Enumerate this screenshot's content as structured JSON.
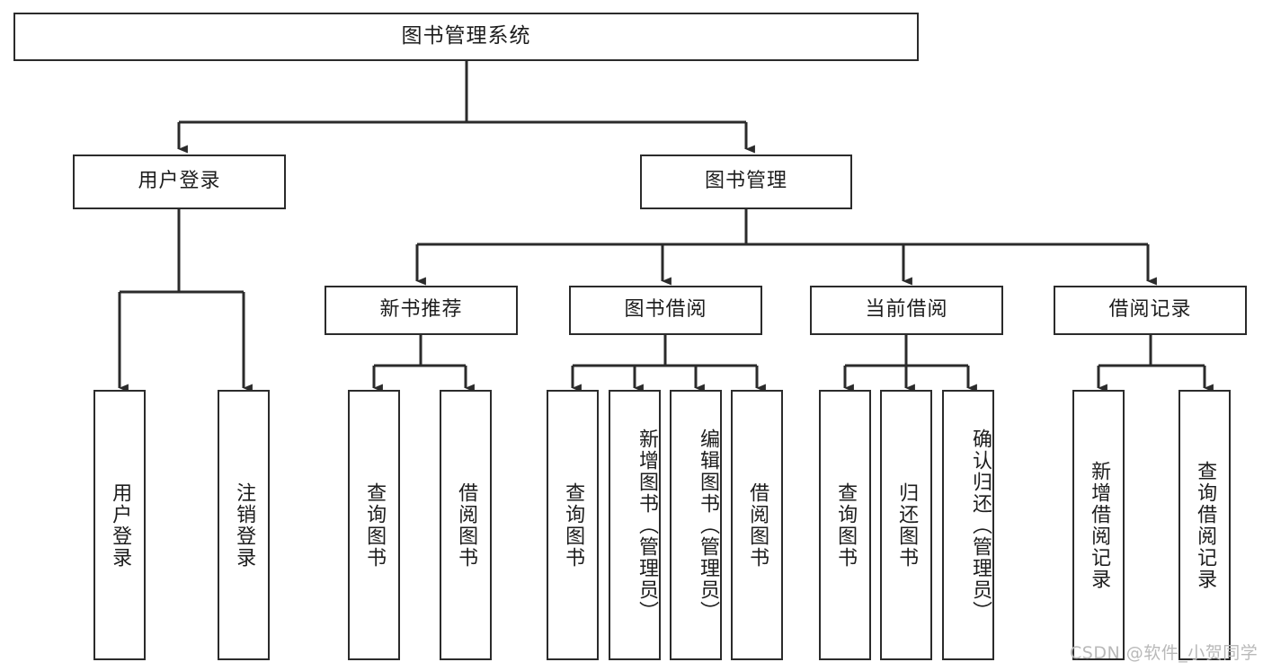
{
  "diagram": {
    "type": "tree-hierarchy-chart",
    "title": "图书管理系统",
    "levels": {
      "root": {
        "label": "图书管理系统"
      },
      "level2": [
        {
          "id": "user-login",
          "label": "用户登录"
        },
        {
          "id": "book-management",
          "label": "图书管理"
        }
      ],
      "level3": [
        {
          "id": "new-book-recommend",
          "label": "新书推荐",
          "parent": "book-management"
        },
        {
          "id": "book-borrow",
          "label": "图书借阅",
          "parent": "book-management"
        },
        {
          "id": "current-borrow",
          "label": "当前借阅",
          "parent": "book-management"
        },
        {
          "id": "borrow-record",
          "label": "借阅记录",
          "parent": "book-management"
        }
      ],
      "leaves": [
        {
          "id": "leaf-user-login",
          "label": "用户登录",
          "parent": "user-login"
        },
        {
          "id": "leaf-logout-login",
          "label": "注销登录",
          "parent": "user-login"
        },
        {
          "id": "leaf-query-book-1",
          "label": "查询图书",
          "parent": "new-book-recommend"
        },
        {
          "id": "leaf-borrow-book-1",
          "label": "借阅图书",
          "parent": "new-book-recommend"
        },
        {
          "id": "leaf-query-book-2",
          "label": "查询图书",
          "parent": "book-borrow"
        },
        {
          "id": "leaf-add-book",
          "label": "新增图书（管理员）",
          "parent": "book-borrow"
        },
        {
          "id": "leaf-edit-book",
          "label": "编辑图书（管理员）",
          "parent": "book-borrow"
        },
        {
          "id": "leaf-borrow-book-2",
          "label": "借阅图书",
          "parent": "book-borrow"
        },
        {
          "id": "leaf-query-book-3",
          "label": "查询图书",
          "parent": "current-borrow"
        },
        {
          "id": "leaf-return-book",
          "label": "归还图书",
          "parent": "current-borrow"
        },
        {
          "id": "leaf-confirm-return",
          "label": "确认归还（管理员）",
          "parent": "current-borrow"
        },
        {
          "id": "leaf-add-record",
          "label": "新增借阅记录",
          "parent": "borrow-record"
        },
        {
          "id": "leaf-query-record",
          "label": "查询借阅记录",
          "parent": "borrow-record"
        }
      ]
    }
  },
  "watermark": {
    "text": "CSDN @软件_小贺同学"
  },
  "colors": {
    "border": "#2b2b2b",
    "text": "#1d1d1d",
    "background": "#ffffff",
    "watermark": "#b9b9b9"
  }
}
